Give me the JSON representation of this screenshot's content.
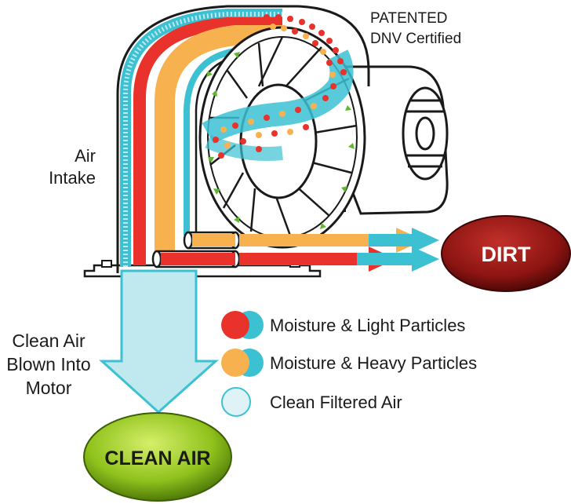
{
  "labels": {
    "patented_line1": "PATENTED",
    "patented_line2": "DNV Certified",
    "air_intake_line1": "Air",
    "air_intake_line2": "Intake",
    "clean_air_line1": "Clean Air",
    "clean_air_line2": "Blown Into",
    "clean_air_line3": "Motor",
    "dirt_badge": "DIRT",
    "clean_air_badge": "CLEAN AIR"
  },
  "legend": [
    {
      "text": "Moisture & Light Particles",
      "dot": "red-cyan"
    },
    {
      "text": "Moisture & Heavy Particles",
      "dot": "orange-cyan"
    },
    {
      "text": "Clean Filtered Air",
      "dot": "light-cyan"
    }
  ],
  "colors": {
    "red": "#e8322b",
    "orange": "#f7b24f",
    "cyan": "#3cc1d3",
    "light_cyan": "#bfe8ef",
    "dirt_badge": "#8c1412",
    "clean_air_badge": "#8fc21c",
    "outline": "#1a1a1a"
  },
  "icons": {
    "fan": "fan-wheel-icon",
    "motor_vent": "motor-vent-icon"
  }
}
